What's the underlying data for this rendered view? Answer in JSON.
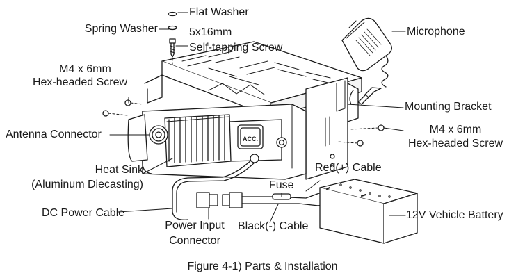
{
  "labels": {
    "flat_washer": "Flat Washer",
    "spring_washer": "Spring Washer",
    "screw_5x16": [
      "5x16mm",
      "Self-tapping Screw"
    ],
    "hex_screw_left": [
      "M4 x 6mm",
      "Hex-headed Screw"
    ],
    "microphone": "Microphone",
    "mounting_bracket": "Mounting Bracket",
    "hex_screw_right": [
      "M4 x 6mm",
      "Hex-headed Screw"
    ],
    "antenna_connector": "Antenna Connector",
    "red_cable": "Red(+) Cable",
    "heat_sink": [
      "Heat Sink",
      "(Aluminum Diecasting)"
    ],
    "fuse": "Fuse",
    "dc_power_cable": "DC Power Cable",
    "battery": "12V Vehicle Battery",
    "power_input": [
      "Power Input",
      "Connector"
    ],
    "black_cable": "Black(-) Cable",
    "acc": "ACC."
  },
  "caption": "Figure 4-1) Parts & Installation",
  "colors": {
    "stroke": "#1a1a1a",
    "fill": "#ffffff",
    "shade": "#e6e6e6"
  }
}
